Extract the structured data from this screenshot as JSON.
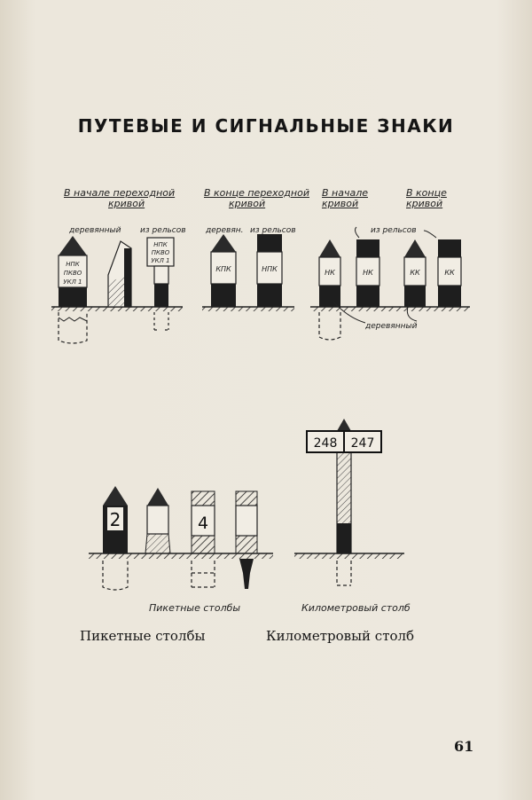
{
  "title": "ПУТЕВЫЕ И СИГНАЛЬНЫЕ ЗНАКИ",
  "upper_labels": {
    "transition_start": [
      "В начале переходной",
      "кривой"
    ],
    "transition_end": [
      "В конце переходной",
      "кривой"
    ],
    "curve_start": [
      "В начале",
      "кривой"
    ],
    "curve_end": [
      "В конце",
      "кривой"
    ],
    "wooden_1": "деревянный",
    "from_rails_1": "из рельсов",
    "wooden_2": "деревян.",
    "from_rails_2": "из рельсов",
    "from_rails_3": "из      рельсов",
    "wooden_3": "деревянный"
  },
  "sign_texts": {
    "npk_post": [
      "НПК",
      "ПКВО",
      "УКЛ 1"
    ],
    "npk_plate": [
      "НПК",
      "ПКВО",
      "УКЛ 1"
    ],
    "kpk": "КПК",
    "npk": "НПК",
    "nk": "НК",
    "kk": "КК"
  },
  "picket": {
    "post_2": "2",
    "post_4": "4"
  },
  "km_plate": {
    "left": "248",
    "right": "247"
  },
  "hw_captions": {
    "picket": "Пикетные столбы",
    "km": "Километровый столб"
  },
  "captions": {
    "picket": "Пикетные  столбы",
    "km": "Километровый  столб"
  },
  "page_number": "61"
}
